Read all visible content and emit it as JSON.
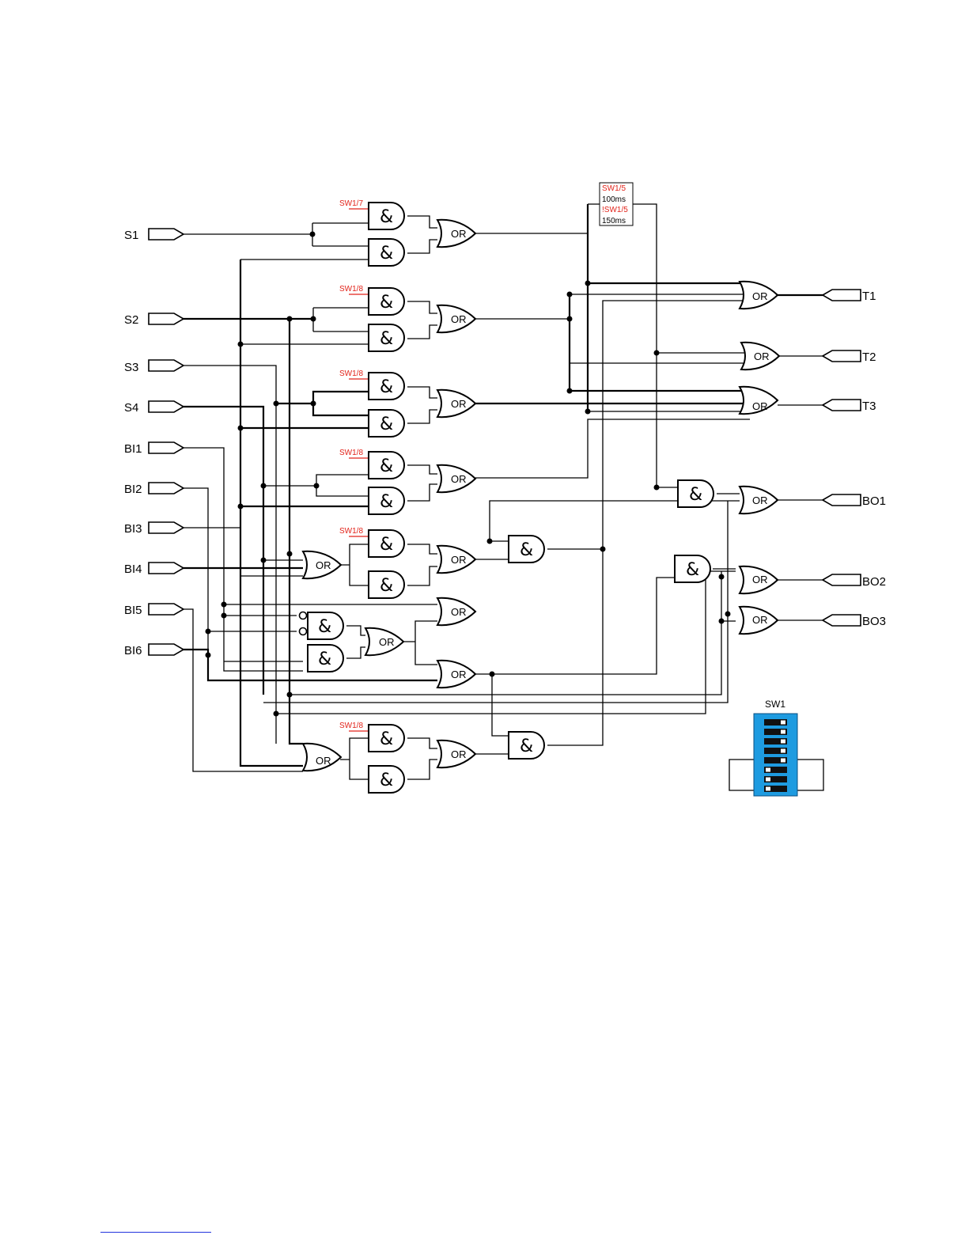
{
  "inputs": {
    "s1": "S1",
    "s2": "S2",
    "s3": "S3",
    "s4": "S4",
    "bi1": "BI1",
    "bi2": "BI2",
    "bi3": "BI3",
    "bi4": "BI4",
    "bi5": "BI5",
    "bi6": "BI6"
  },
  "outputs": {
    "t1": "T1",
    "t2": "T2",
    "t3": "T3",
    "bo1": "BO1",
    "bo2": "BO2",
    "bo3": "BO3"
  },
  "gate_symbols": {
    "and": "&",
    "or": "OR"
  },
  "switch_labels": {
    "sw17": "SW1/7",
    "sw18": "SW1/8"
  },
  "timer": {
    "on_label": "SW1/5",
    "on_value": "100ms",
    "off_label": "!SW1/5",
    "off_value": "150ms"
  },
  "dip_switch": {
    "label": "SW1",
    "color": "#1e9be0",
    "positions": [
      "right",
      "right",
      "right",
      "right",
      "right",
      "left",
      "left",
      "left"
    ]
  },
  "colors": {
    "switch_label": "#e2231a",
    "wire": "#000000"
  }
}
